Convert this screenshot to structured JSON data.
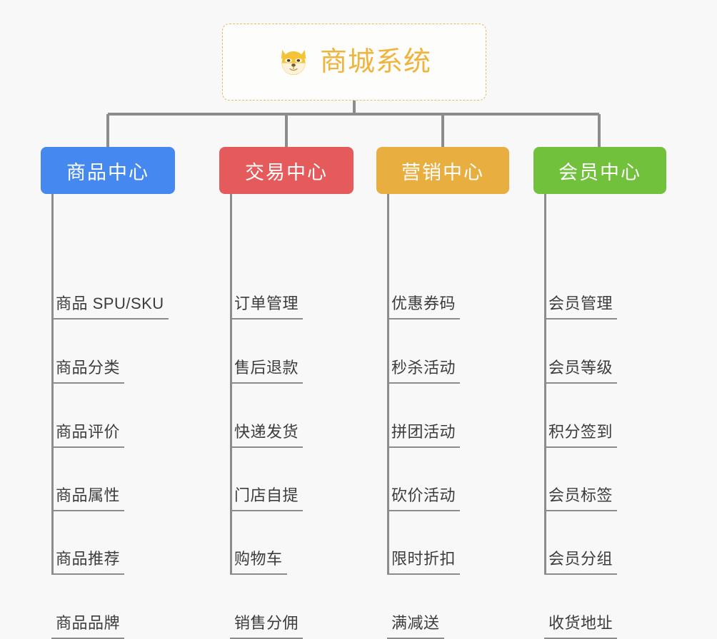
{
  "root": {
    "icon": "shiba-dog-face-emoji",
    "title": "商城系统",
    "border_color": "#e8b964",
    "title_color": "#f0b43c"
  },
  "connector_color": "#8c8c8c",
  "background_color": "#f8f8f8",
  "columns": [
    {
      "label": "商品中心",
      "color": "#4589f0",
      "items": [
        "商品 SPU/SKU",
        "商品分类",
        "商品评价",
        "商品属性",
        "商品推荐",
        "商品品牌"
      ]
    },
    {
      "label": "交易中心",
      "color": "#e55a5a",
      "items": [
        "订单管理",
        "售后退款",
        "快递发货",
        "门店自提",
        "购物车",
        "销售分佣"
      ]
    },
    {
      "label": "营销中心",
      "color": "#e8ae3f",
      "items": [
        "优惠券码",
        "秒杀活动",
        "拼团活动",
        "砍价活动",
        "限时折扣",
        "满减送"
      ]
    },
    {
      "label": "会员中心",
      "color": "#72c13c",
      "items": [
        "会员管理",
        "会员等级",
        "积分签到",
        "会员标签",
        "会员分组",
        "收货地址"
      ]
    }
  ]
}
